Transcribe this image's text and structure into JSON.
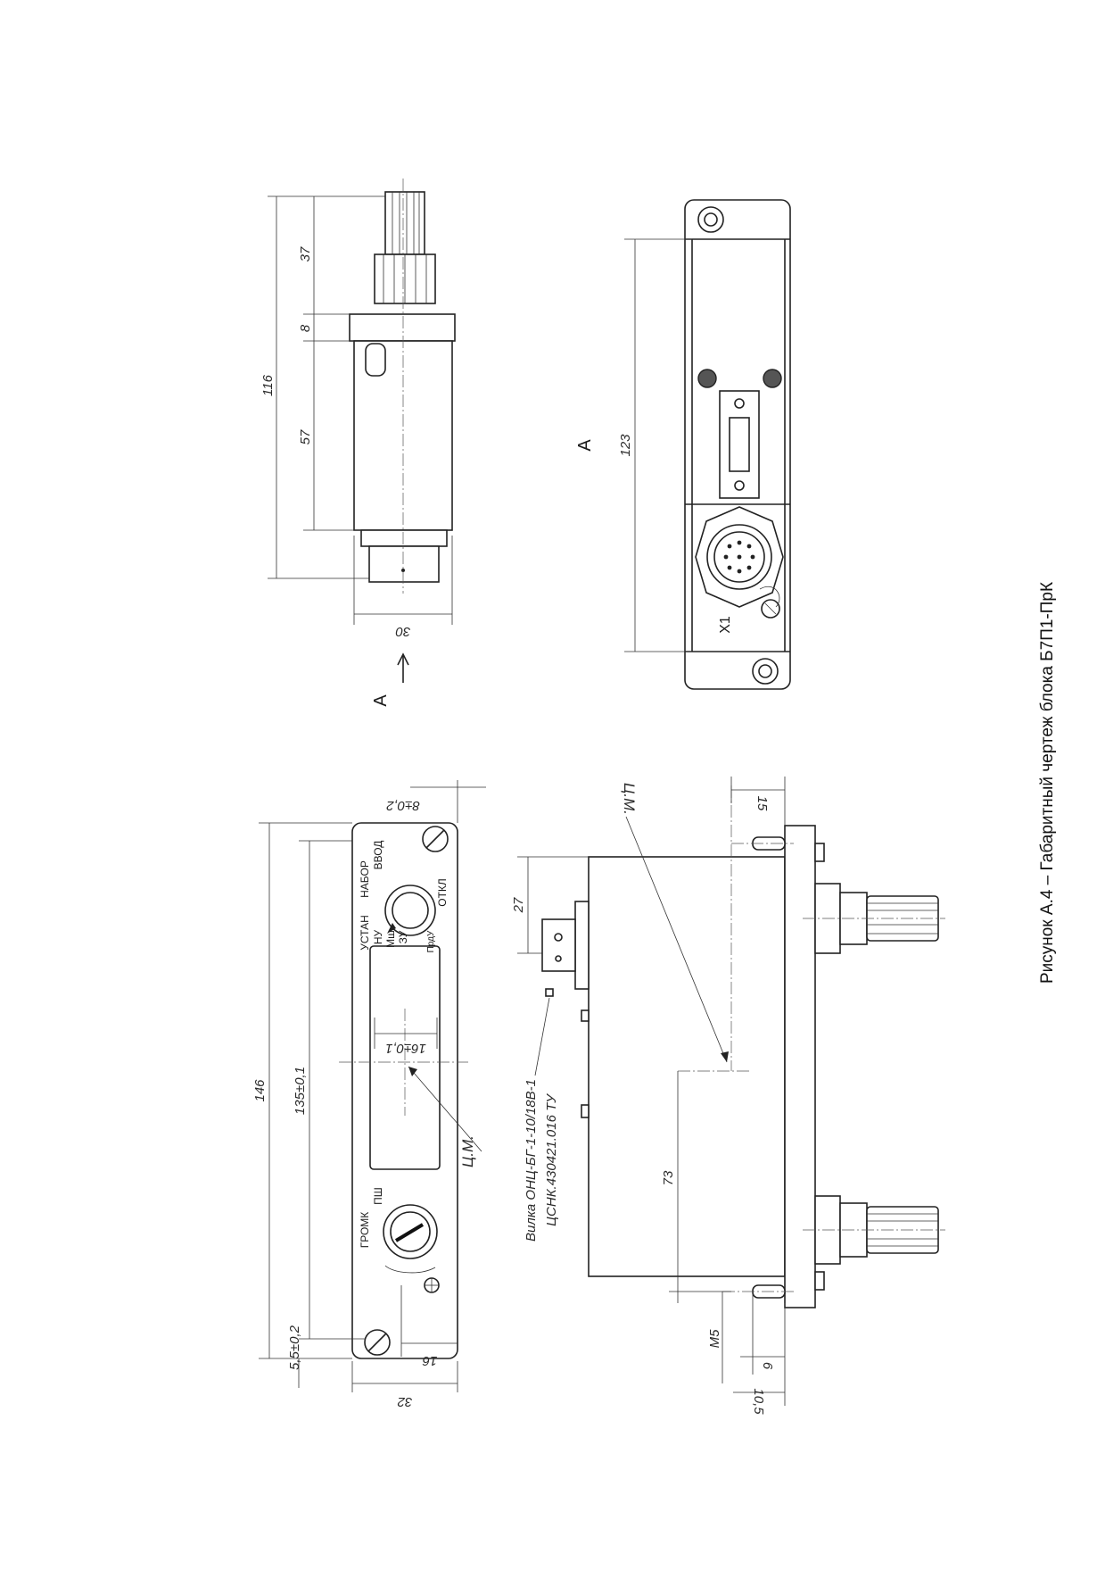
{
  "caption": "Рисунок А.4 – Габаритный чертеж блока Б7П1-ПрК",
  "view_letter": "A",
  "top_side_view": {
    "dims": {
      "overall": "116",
      "shaft": "37",
      "collar": "8",
      "body": "57",
      "width": "30"
    }
  },
  "view_a": {
    "dim_length": "123",
    "connector_label": "X1"
  },
  "front_panel": {
    "dims": {
      "overall": "146",
      "holes": "135±0,1",
      "window": "16±0,1",
      "edge": "8±0,2",
      "bottom_offset": "5,5±0,2",
      "knob_offset": "16",
      "width": "32"
    },
    "labels": {
      "ustan": "УСТАН",
      "nabor": "НАБОР",
      "vvod": "ВВОД",
      "nu": "НУ",
      "msh": "Мш",
      "zu": "ЗУ",
      "prdu": "ПрдУ",
      "otkl": "ОТКЛ",
      "gromk": "ГРОМК",
      "psh": "ПШ"
    },
    "center_mass": "Ц.М."
  },
  "side_view": {
    "dims": {
      "plug_height": "27",
      "depth": "15",
      "offset": "73",
      "thread": "M5",
      "d6": "6",
      "d10": "10,5"
    },
    "center_mass": "Ц.М.",
    "note_line1": "Вилка ОНЦ-БГ-1-10/18В-1",
    "note_line2": "ЦСНК.430421.016 ТУ"
  }
}
